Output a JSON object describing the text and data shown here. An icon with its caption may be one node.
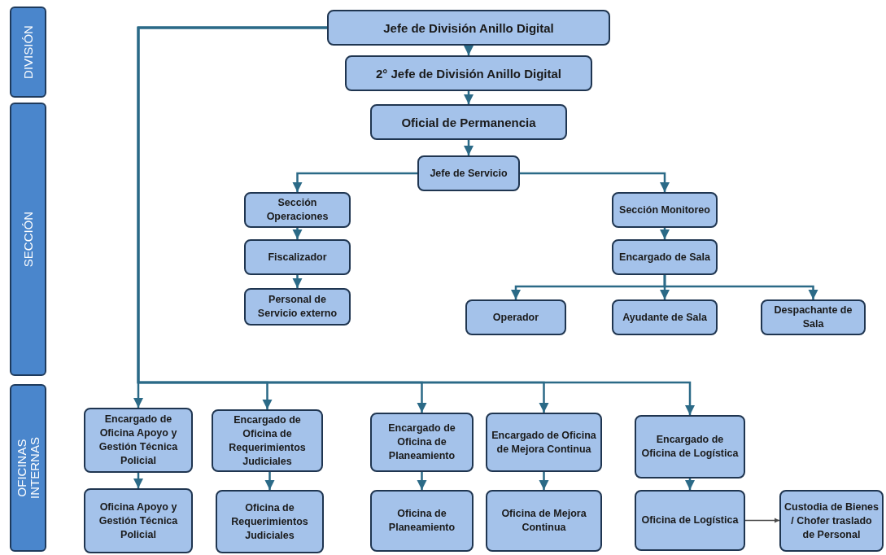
{
  "diagram": {
    "nodes": [
      {
        "text": [
          "DIVISIÓN"
        ]
      },
      {
        "text": [
          "SECCIÓN"
        ]
      },
      {
        "text": [
          "OFICINAS INTERNAS"
        ]
      },
      {
        "text": [
          "Jefe de División Anillo Digital"
        ]
      },
      {
        "text": [
          "2° Jefe de División Anillo Digital"
        ]
      },
      {
        "text": [
          "Oficial de Permanencia"
        ]
      },
      {
        "text": [
          "Jefe de Servicio"
        ]
      },
      {
        "text": [
          "Sección Operaciones"
        ]
      },
      {
        "text": [
          "Fiscalizador"
        ]
      },
      {
        "text": [
          "Personal de Servicio externo"
        ]
      },
      {
        "text": [
          "Sección Monitoreo"
        ]
      },
      {
        "text": [
          "Encargado de Sala"
        ]
      },
      {
        "text": [
          "Operador"
        ]
      },
      {
        "text": [
          "Ayudante de Sala"
        ]
      },
      {
        "text": [
          "Despachante de Sala"
        ]
      },
      {
        "text": [
          "Encargado de Oficina Apoyo y Gestión Técnica Policial"
        ]
      },
      {
        "text": [
          "Encargado de Oficina de Requerimientos Judiciales"
        ]
      },
      {
        "text": [
          "Encargado de Oficina de Planeamiento"
        ]
      },
      {
        "text": [
          "Encargado de Oficina de Mejora Continua"
        ]
      },
      {
        "text": [
          "Encargado de Oficina de Logística"
        ]
      },
      {
        "text": [
          "Oficina Apoyo y Gestión Técnica Policial"
        ]
      },
      {
        "text": [
          "Oficina de Requerimientos Judiciales"
        ]
      },
      {
        "text": [
          "Oficina de Planeamiento"
        ]
      },
      {
        "text": [
          "Oficina de Mejora Continua"
        ]
      },
      {
        "text": [
          "Oficina de Logística"
        ]
      },
      {
        "text": [
          "Custodia de Bienes / Chofer traslado de Personal"
        ]
      }
    ],
    "edges": [
      {
        "from": 3,
        "to": 4,
        "arrow": "to"
      },
      {
        "from": 4,
        "to": 5,
        "arrow": "to"
      },
      {
        "from": 5,
        "to": 6,
        "arrow": "to"
      },
      {
        "from": 6,
        "to": 7,
        "arrow": "to"
      },
      {
        "from": 6,
        "to": 10,
        "arrow": "to"
      },
      {
        "from": 7,
        "to": 8,
        "arrow": "to"
      },
      {
        "from": 8,
        "to": 9,
        "arrow": "to"
      },
      {
        "from": 10,
        "to": 11,
        "arrow": "to"
      },
      {
        "from": 11,
        "to": 12,
        "arrow": "to"
      },
      {
        "from": 11,
        "to": 13,
        "arrow": "to"
      },
      {
        "from": 11,
        "to": 14,
        "arrow": "to"
      },
      {
        "from": 3,
        "to": 15,
        "arrow": "to"
      },
      {
        "from": 3,
        "to": 16,
        "arrow": "to"
      },
      {
        "from": 3,
        "to": 17,
        "arrow": "to"
      },
      {
        "from": 3,
        "to": 18,
        "arrow": "to"
      },
      {
        "from": 3,
        "to": 19,
        "arrow": "to"
      },
      {
        "from": 15,
        "to": 20,
        "arrow": "to"
      },
      {
        "from": 16,
        "to": 21,
        "arrow": "to"
      },
      {
        "from": 17,
        "to": 22,
        "arrow": "to"
      },
      {
        "from": 18,
        "to": 23,
        "arrow": "to"
      },
      {
        "from": 19,
        "to": 24,
        "arrow": "to"
      },
      {
        "from": 24,
        "to": 25,
        "arrow": "to",
        "color": "#4a4a4a"
      }
    ]
  }
}
